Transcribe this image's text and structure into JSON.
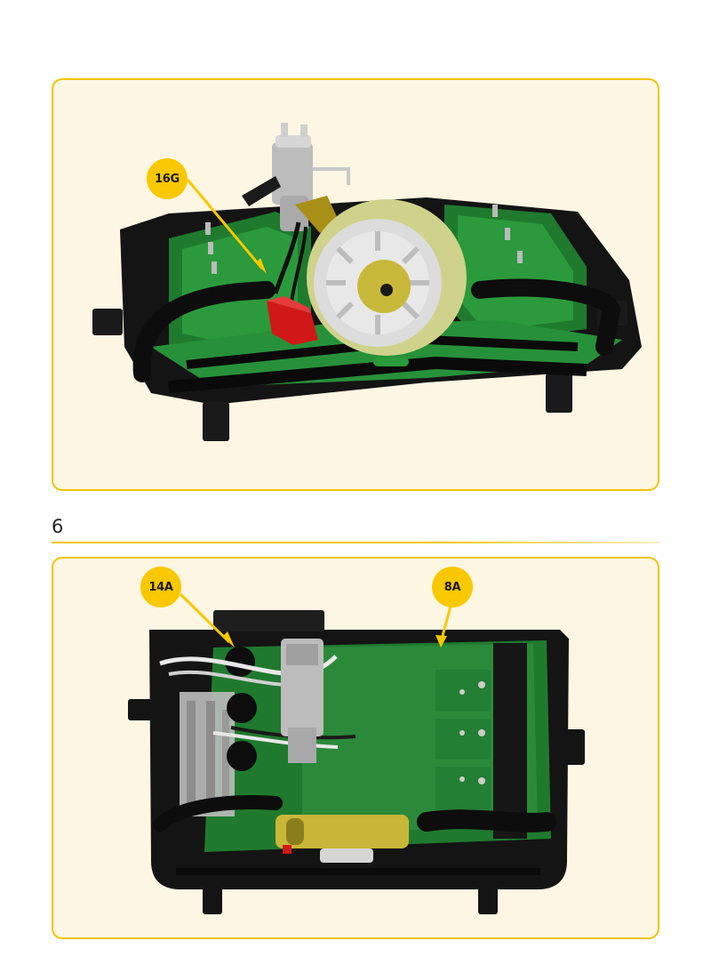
{
  "step": {
    "number": "6"
  },
  "panel_top": {
    "callouts": [
      {
        "label": "16G"
      }
    ]
  },
  "panel_bottom": {
    "callouts": [
      {
        "label": "14A"
      },
      {
        "label": "8A"
      }
    ]
  },
  "colors": {
    "accent_yellow": "#f9c800",
    "panel_background": "#fdf6e3",
    "panel_border": "#f2c400",
    "engine_green": "#1f7a2e",
    "engine_black": "#151515"
  }
}
